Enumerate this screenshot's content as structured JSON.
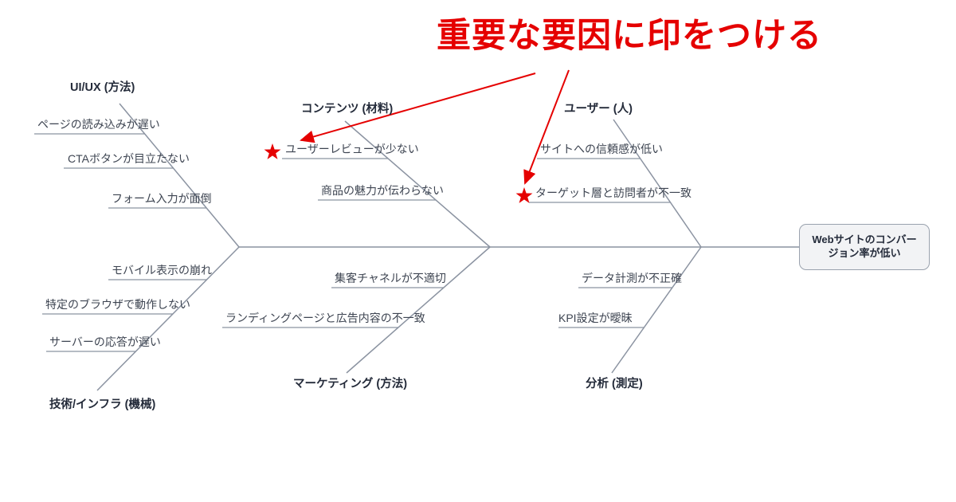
{
  "annotation": {
    "title": "重要な要因に印をつける",
    "accent_color": "#e50000",
    "star_symbol": "★",
    "starred_causes": [
      "ユーザーレビューが少ない",
      "ターゲット層と訪問者が不一致"
    ]
  },
  "effect": {
    "label": "Webサイトのコンバージョン率が低い"
  },
  "colors": {
    "line": "#8b93a1",
    "cause_text": "#3d4451",
    "category_text": "#242b3a",
    "effect_box_bg": "#f2f3f5",
    "effect_box_border": "#9aa2ae"
  },
  "categories": [
    {
      "name": "UI/UX (方法)",
      "position": "top-left",
      "causes": [
        "ページの読み込みが遅い",
        "CTAボタンが目立たない",
        "フォーム入力が面倒"
      ]
    },
    {
      "name": "コンテンツ (材料)",
      "position": "top-middle",
      "causes": [
        "ユーザーレビューが少ない",
        "商品の魅力が伝わらない"
      ]
    },
    {
      "name": "ユーザー (人)",
      "position": "top-right",
      "causes": [
        "サイトへの信頼感が低い",
        "ターゲット層と訪問者が不一致"
      ]
    },
    {
      "name": "技術/インフラ (機械)",
      "position": "bottom-left",
      "causes": [
        "モバイル表示の崩れ",
        "特定のブラウザで動作しない",
        "サーバーの応答が遅い"
      ]
    },
    {
      "name": "マーケティング (方法)",
      "position": "bottom-middle",
      "causes": [
        "集客チャネルが不適切",
        "ランディングページと広告内容の不一致"
      ]
    },
    {
      "name": "分析 (測定)",
      "position": "bottom-right",
      "causes": [
        "データ計測が不正確",
        "KPI設定が曖昧"
      ]
    }
  ]
}
